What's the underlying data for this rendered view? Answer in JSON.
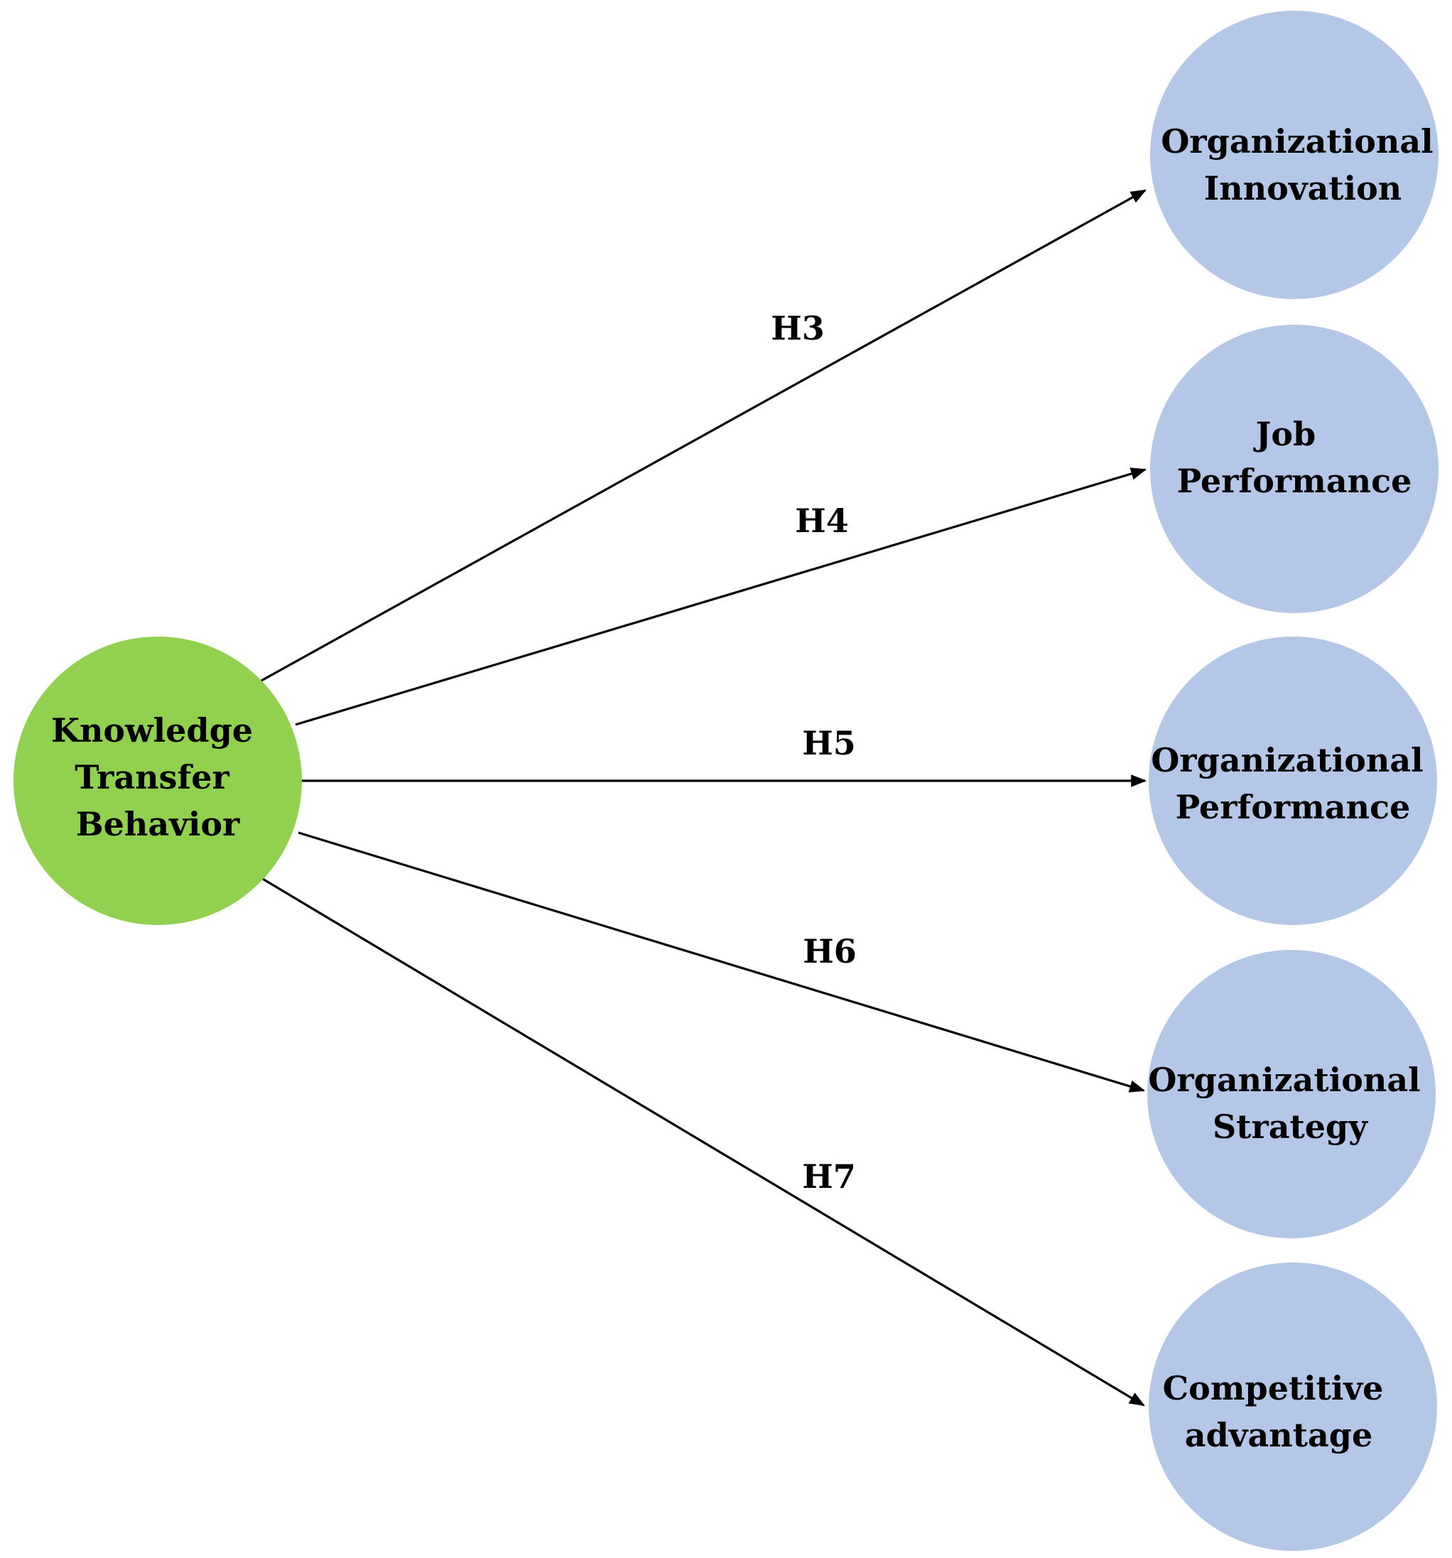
{
  "diagram": {
    "source": {
      "lines": [
        "Knowledge",
        "Transfer",
        "Behavior"
      ],
      "color": "#92d050"
    },
    "targets": [
      {
        "id": "organizational-innovation",
        "lines": [
          "Organizational",
          "Innovation"
        ],
        "hypothesis": "H3"
      },
      {
        "id": "job-performance",
        "lines": [
          "Job",
          "Performance"
        ],
        "hypothesis": "H4"
      },
      {
        "id": "organizational-performance",
        "lines": [
          "Organizational",
          "Performance"
        ],
        "hypothesis": "H5"
      },
      {
        "id": "organizational-strategy",
        "lines": [
          "Organizational",
          "Strategy"
        ],
        "hypothesis": "H6"
      },
      {
        "id": "competitive-advantage",
        "lines": [
          "Competitive",
          "advantage"
        ],
        "hypothesis": "H7"
      }
    ],
    "target_color": "#b4c7e7",
    "arrow_color": "#000000"
  }
}
